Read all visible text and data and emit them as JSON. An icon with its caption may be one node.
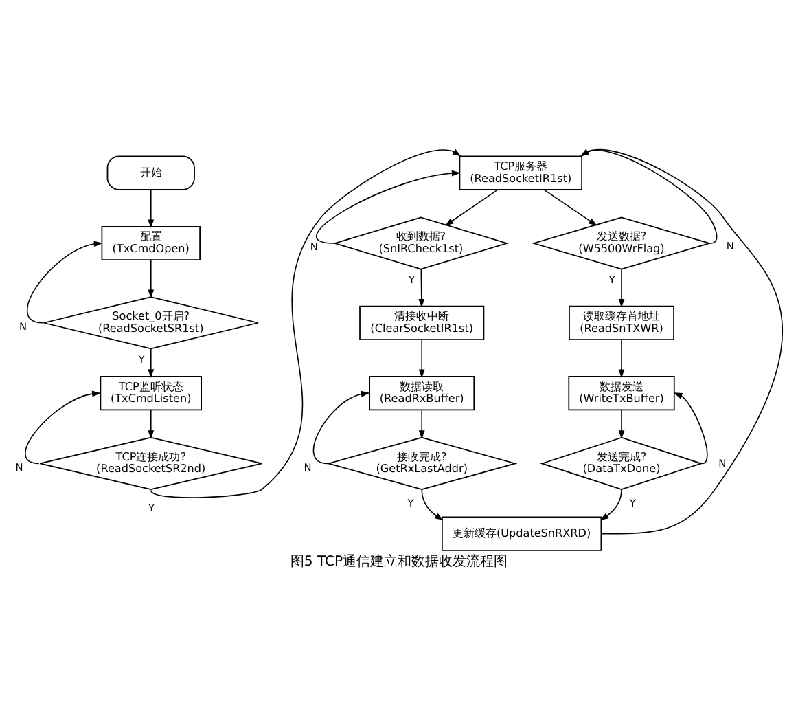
{
  "diagram": {
    "caption": "图5 TCP通信建立和数据收发流程图",
    "nodes": [
      {
        "text": [
          "开始"
        ]
      },
      {
        "text": [
          "配置",
          "(TxCmdOpen)"
        ]
      },
      {
        "text": [
          "Socket_0开启?",
          "(ReadSocketSR1st)"
        ]
      },
      {
        "text": [
          "TCP监听状态",
          "(TxCmdListen)"
        ]
      },
      {
        "text": [
          "TCP连接成功?",
          "(ReadSocketSR2nd)"
        ]
      },
      {
        "text": [
          "TCP服务器",
          "(ReadSocketIR1st)"
        ]
      },
      {
        "text": [
          "收到数据?",
          "(SnIRCheck1st)"
        ]
      },
      {
        "text": [
          "发送数据?",
          "(W5500WrFlag)"
        ]
      },
      {
        "text": [
          "清接收中断",
          "(ClearSocketIR1st)"
        ]
      },
      {
        "text": [
          "读取缓存首地址",
          "(ReadSnTXWR)"
        ]
      },
      {
        "text": [
          "数据读取",
          "(ReadRxBuffer)"
        ]
      },
      {
        "text": [
          "数据发送",
          "(WriteTxBuffer)"
        ]
      },
      {
        "text": [
          "接收完成?",
          "(GetRxLastAddr)"
        ]
      },
      {
        "text": [
          "发送完成?",
          "(DataTxDone)"
        ]
      },
      {
        "text": [
          "更新缓存(UpdateSnRXRD)"
        ]
      }
    ],
    "edges": [
      {
        "from": 0,
        "to": 1,
        "arrow": "to"
      },
      {
        "from": 1,
        "to": 2,
        "arrow": "to"
      },
      {
        "from": 2,
        "to": 1,
        "arrow": "to",
        "label": "N"
      },
      {
        "from": 2,
        "to": 3,
        "arrow": "to",
        "label": "Y"
      },
      {
        "from": 3,
        "to": 4,
        "arrow": "to"
      },
      {
        "from": 4,
        "to": 3,
        "arrow": "to",
        "label": "N"
      },
      {
        "from": 4,
        "to": 5,
        "arrow": "to",
        "label": "Y"
      },
      {
        "from": 5,
        "to": 6,
        "arrow": "to"
      },
      {
        "from": 5,
        "to": 7,
        "arrow": "to"
      },
      {
        "from": 6,
        "to": 5,
        "arrow": "to",
        "label": "N"
      },
      {
        "from": 7,
        "to": 5,
        "arrow": "to",
        "label": "N"
      },
      {
        "from": 6,
        "to": 8,
        "arrow": "to",
        "label": "Y"
      },
      {
        "from": 7,
        "to": 9,
        "arrow": "to",
        "label": "Y"
      },
      {
        "from": 8,
        "to": 10,
        "arrow": "to"
      },
      {
        "from": 9,
        "to": 11,
        "arrow": "to"
      },
      {
        "from": 10,
        "to": 12,
        "arrow": "to"
      },
      {
        "from": 11,
        "to": 13,
        "arrow": "to"
      },
      {
        "from": 12,
        "to": 10,
        "arrow": "to",
        "label": "N"
      },
      {
        "from": 13,
        "to": 11,
        "arrow": "to",
        "label": "N"
      },
      {
        "from": 12,
        "to": 14,
        "arrow": "to",
        "label": "Y"
      },
      {
        "from": 13,
        "to": 14,
        "arrow": "to",
        "label": "Y"
      },
      {
        "from": 14,
        "to": 5,
        "arrow": "to"
      }
    ]
  }
}
